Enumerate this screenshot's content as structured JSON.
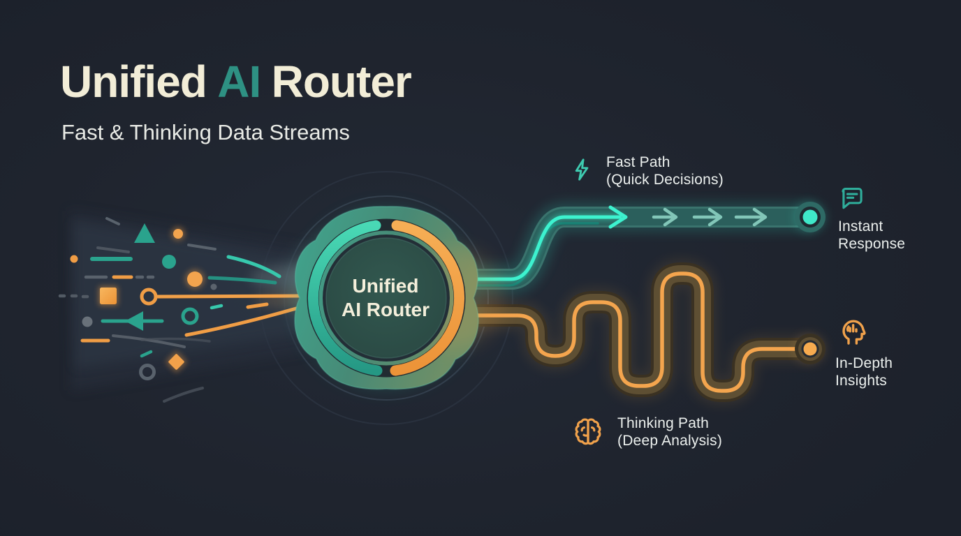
{
  "header": {
    "title_part1": "Unified",
    "title_part2": "AI",
    "title_part3": "Router",
    "subtitle": "Fast & Thinking Data Streams"
  },
  "router_node": {
    "line1": "Unified",
    "line2": "AI Router"
  },
  "fast_path": {
    "name": "Fast Path",
    "qualifier": "(Quick Decisions)",
    "icon": "lightning-icon",
    "result_line1": "Instant",
    "result_line2": "Response",
    "result_icon": "chat-bubble-icon",
    "color": "#35DABA"
  },
  "thinking_path": {
    "name": "Thinking Path",
    "qualifier": "(Deep Analysis)",
    "icon": "brain-icon",
    "result_line1": "In-Depth",
    "result_line2": "Insights",
    "result_icon": "head-profile-chart-icon",
    "color": "#F2A44C"
  },
  "colors": {
    "background": "#1F242E",
    "title_cream": "#F2EDD7",
    "accent_teal": "#2E9183",
    "bright_teal": "#3DF0CD",
    "orange": "#F3A44E",
    "label_text": "#ECF0EE"
  }
}
